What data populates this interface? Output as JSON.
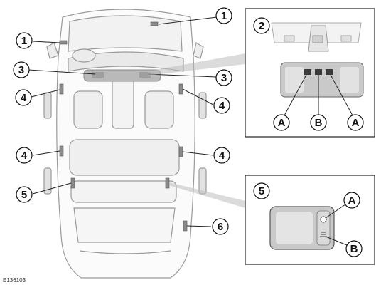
{
  "callouts": {
    "c1a": "1",
    "c1b": "1",
    "c3a": "3",
    "c3b": "3",
    "c4a": "4",
    "c4b": "4",
    "c4c": "4",
    "c4d": "4",
    "c5": "5",
    "c6": "6"
  },
  "panel_top": {
    "number": "2",
    "labels": {
      "a_left": "A",
      "b": "B",
      "a_right": "A"
    }
  },
  "panel_bottom": {
    "number": "5",
    "labels": {
      "a": "A",
      "b": "B"
    }
  },
  "figure_ref": "E136103"
}
